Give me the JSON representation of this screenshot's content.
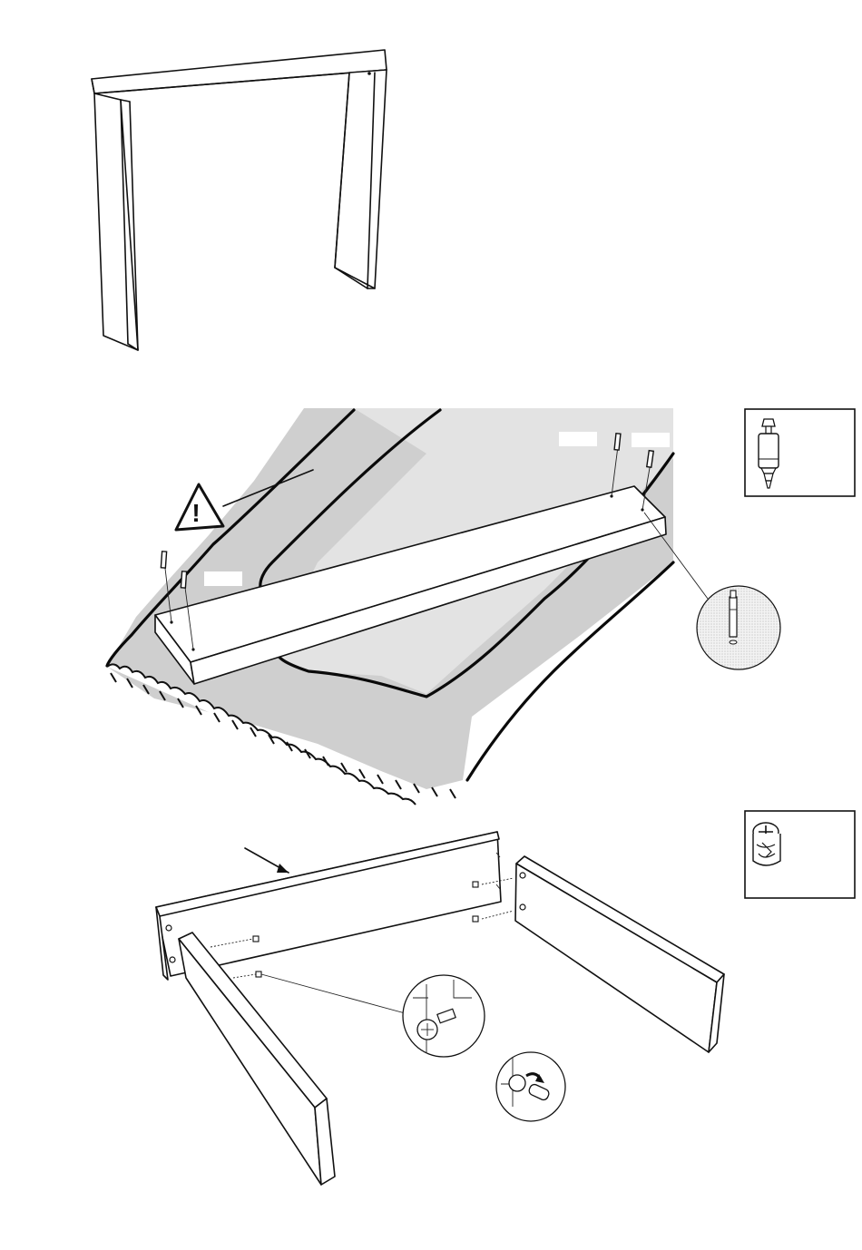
{
  "steps": [
    {
      "id": "step-assembled-console"
    },
    {
      "id": "step-insert-cam-bolts",
      "part_labels": [
        "",
        "",
        ""
      ]
    },
    {
      "id": "step-attach-side-panels"
    }
  ],
  "parts": [
    {
      "icon": "cam-bolt-icon"
    },
    {
      "icon": "cam-lock-icon"
    }
  ],
  "colors": {
    "line": "#111111",
    "floor_gray": "#c9c9c9",
    "floor_light": "#e2e2e2"
  }
}
